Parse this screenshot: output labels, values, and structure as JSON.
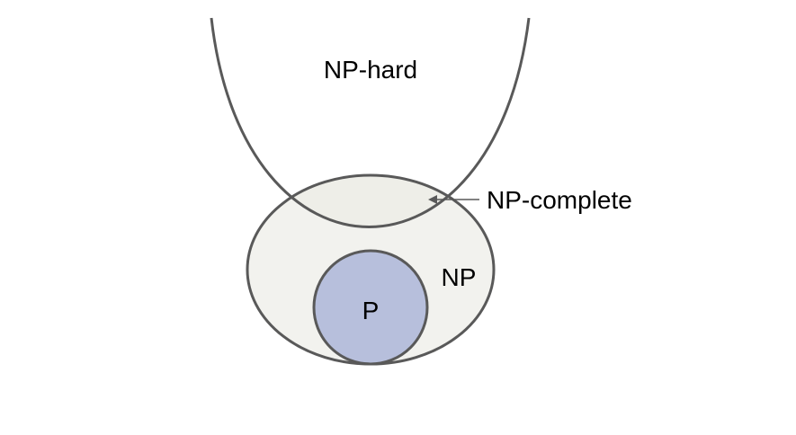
{
  "labels": {
    "np_hard": "NP-hard",
    "np_complete": "NP-complete",
    "np": "NP",
    "p": "P"
  },
  "colors": {
    "stroke": "#595959",
    "np_fill": "#f2f2ee",
    "p_fill": "#b7bfdc",
    "background": "#ffffff",
    "text": "#000000"
  }
}
